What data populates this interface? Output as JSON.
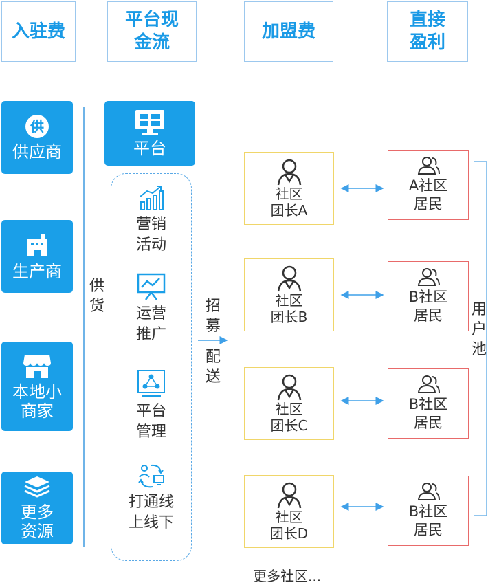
{
  "headers": {
    "entry_fee": "入驻费",
    "platform_cash": [
      "平台现",
      "金流"
    ],
    "franchise_fee": "加盟费",
    "direct_profit": [
      "直接",
      "盈利"
    ]
  },
  "sources": {
    "supplier": {
      "icon_text": "供",
      "label": [
        "供应商"
      ]
    },
    "manufacturer": {
      "label": [
        "生产商"
      ]
    },
    "local_merchant": {
      "label": [
        "本地小",
        "商家"
      ]
    },
    "more_resources": {
      "label": [
        "更多",
        "资源"
      ]
    }
  },
  "supply_label": [
    "供",
    "货"
  ],
  "platform": {
    "label": "平台",
    "features": [
      {
        "icon": "chart-up-icon",
        "label": [
          "营销",
          "活动"
        ]
      },
      {
        "icon": "presentation-icon",
        "label": [
          "运营",
          "推广"
        ]
      },
      {
        "icon": "network-icon",
        "label": [
          "平台",
          "管理"
        ]
      },
      {
        "icon": "sync-icon",
        "label": [
          "打通线",
          "上线下"
        ]
      }
    ]
  },
  "recruit_label": [
    "招",
    "募",
    "配",
    "送"
  ],
  "leaders": [
    {
      "label": [
        "社区",
        "团长A"
      ]
    },
    {
      "label": [
        "社区",
        "团长B"
      ]
    },
    {
      "label": [
        "社区",
        "团长C"
      ]
    },
    {
      "label": [
        "社区",
        "团长D"
      ]
    }
  ],
  "residents": [
    {
      "label": [
        "A社区",
        "居民"
      ]
    },
    {
      "label": [
        "B社区",
        "居民"
      ]
    },
    {
      "label": [
        "B社区",
        "居民"
      ]
    },
    {
      "label": [
        "B社区",
        "居民"
      ]
    }
  ],
  "more_communities": "更多社区...",
  "user_pool": [
    "用",
    "户",
    "池"
  ],
  "colors": {
    "primary_blue": "#1a9fe8",
    "header_text": "#1a9ae6",
    "leader_border": "#f0d66a",
    "resident_border": "#e86a6a"
  }
}
